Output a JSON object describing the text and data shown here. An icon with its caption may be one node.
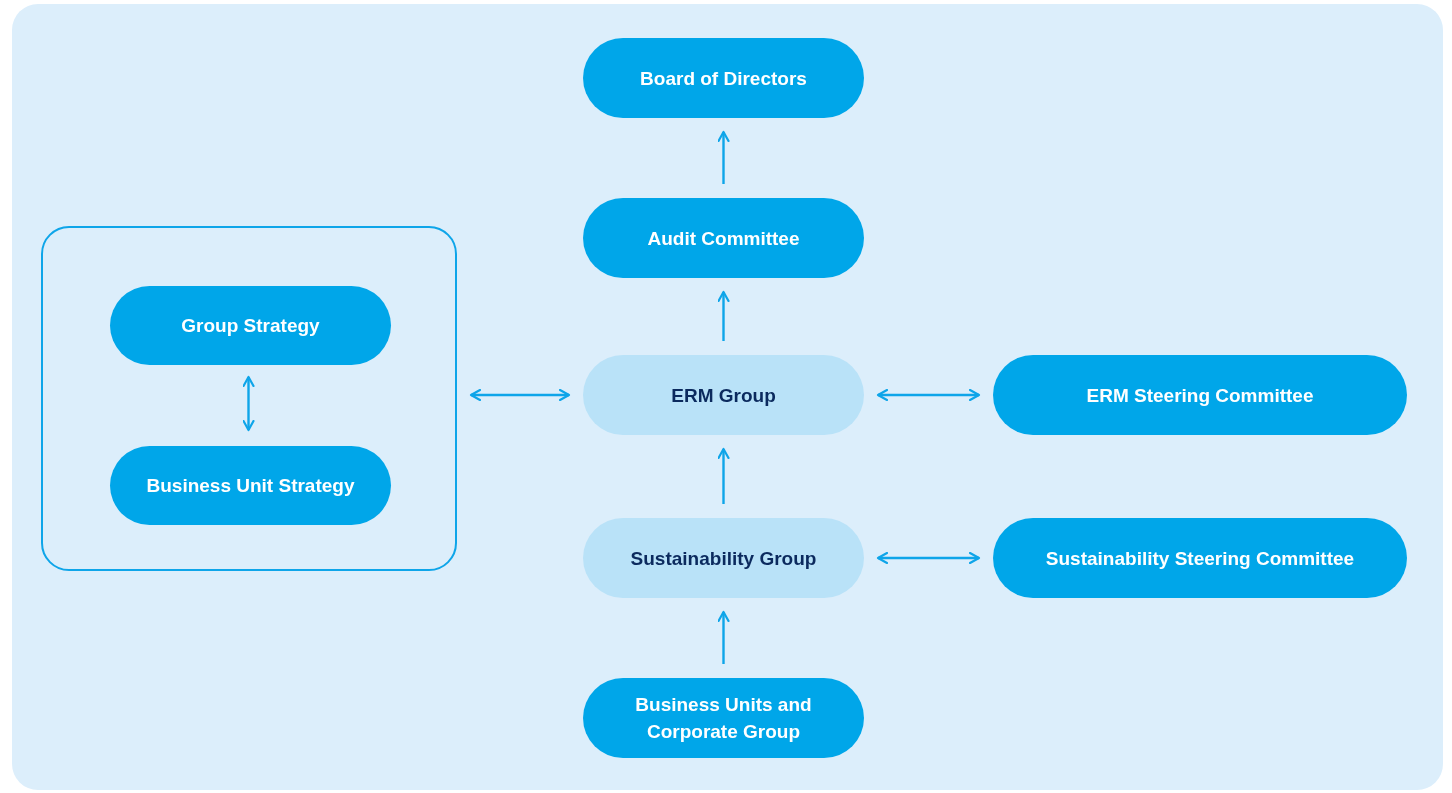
{
  "diagram": {
    "nodes": [
      {
        "text": [
          "Board of Directors"
        ]
      },
      {
        "text": [
          "Audit Committee"
        ]
      },
      {
        "text": [],
        "shape": "box"
      },
      {
        "text": [
          "Group Strategy"
        ],
        "in": 2
      },
      {
        "text": [
          "Business Unit Strategy"
        ],
        "in": 2
      },
      {
        "text": [
          "ERM Group"
        ]
      },
      {
        "text": [
          "ERM Steering Committee"
        ]
      },
      {
        "text": [
          "Sustainability Group"
        ]
      },
      {
        "text": [
          "Sustainability Steering Committee"
        ]
      },
      {
        "text": [
          "Business Units and Corporate Group"
        ]
      }
    ],
    "edges": [
      {
        "from": 1,
        "to": 0,
        "arrow": "to"
      },
      {
        "from": 5,
        "to": 1,
        "arrow": "to"
      },
      {
        "from": 2,
        "to": 5,
        "arrow": "both"
      },
      {
        "from": 3,
        "to": 4,
        "arrow": "both"
      },
      {
        "from": 5,
        "to": 6,
        "arrow": "both"
      },
      {
        "from": 7,
        "to": 5,
        "arrow": "to"
      },
      {
        "from": 7,
        "to": 8,
        "arrow": "both"
      },
      {
        "from": 9,
        "to": 7,
        "arrow": "to"
      }
    ]
  }
}
